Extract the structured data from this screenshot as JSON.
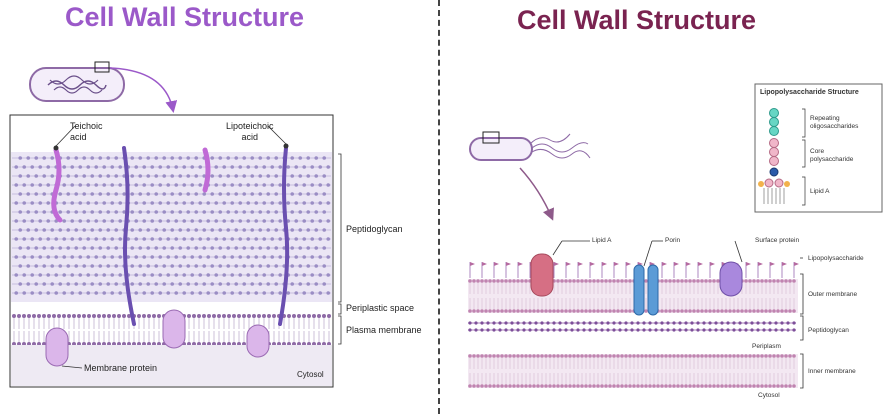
{
  "gram_positive": {
    "title": "Cell Wall Structure",
    "labels": {
      "teichoic_acid": "Teichoic\nacid",
      "lipoteichoic_acid": "Lipoteichoic\nacid",
      "peptidoglycan": "Peptidoglycan",
      "periplastic_space": "Periplastic space",
      "plasma_membrane": "Plasma membrane",
      "membrane_protein": "Membrane protein",
      "cytosol": "Cytosol"
    }
  },
  "gram_negative": {
    "title": "Cell Wall Structure",
    "labels": {
      "lipid_a": "Lipid A",
      "porin": "Porin",
      "surface_protein": "Surface protein",
      "lipopolysaccharide": "Lipopolysaccharide",
      "outer_membrane": "Outer membrane",
      "peptidoglycan": "Peptidoglycan",
      "periplasm": "Periplasm",
      "inner_membrane": "Inner membrane",
      "cytosol": "Cytosol"
    },
    "lps_structure": {
      "title": "Lipopolysaccharide Structure",
      "repeating": "Repeating\noligosaccharides",
      "core": "Core\npolysaccharide",
      "lipid_a": "Lipid A"
    }
  },
  "colors": {
    "left_title": "#9b59c9",
    "right_title": "#7a2350",
    "peptidoglycan_dot": "#9a8dc4",
    "membrane_head": "#8e6aa6",
    "lipoteichoic": "#6a4fb0",
    "teichoic": "#c06ad6",
    "membrane_protein": "#dbb6ea",
    "lipid_a_protein": "#d66f84",
    "porin": "#5b9bd6",
    "surface_protein": "#a988dd"
  }
}
